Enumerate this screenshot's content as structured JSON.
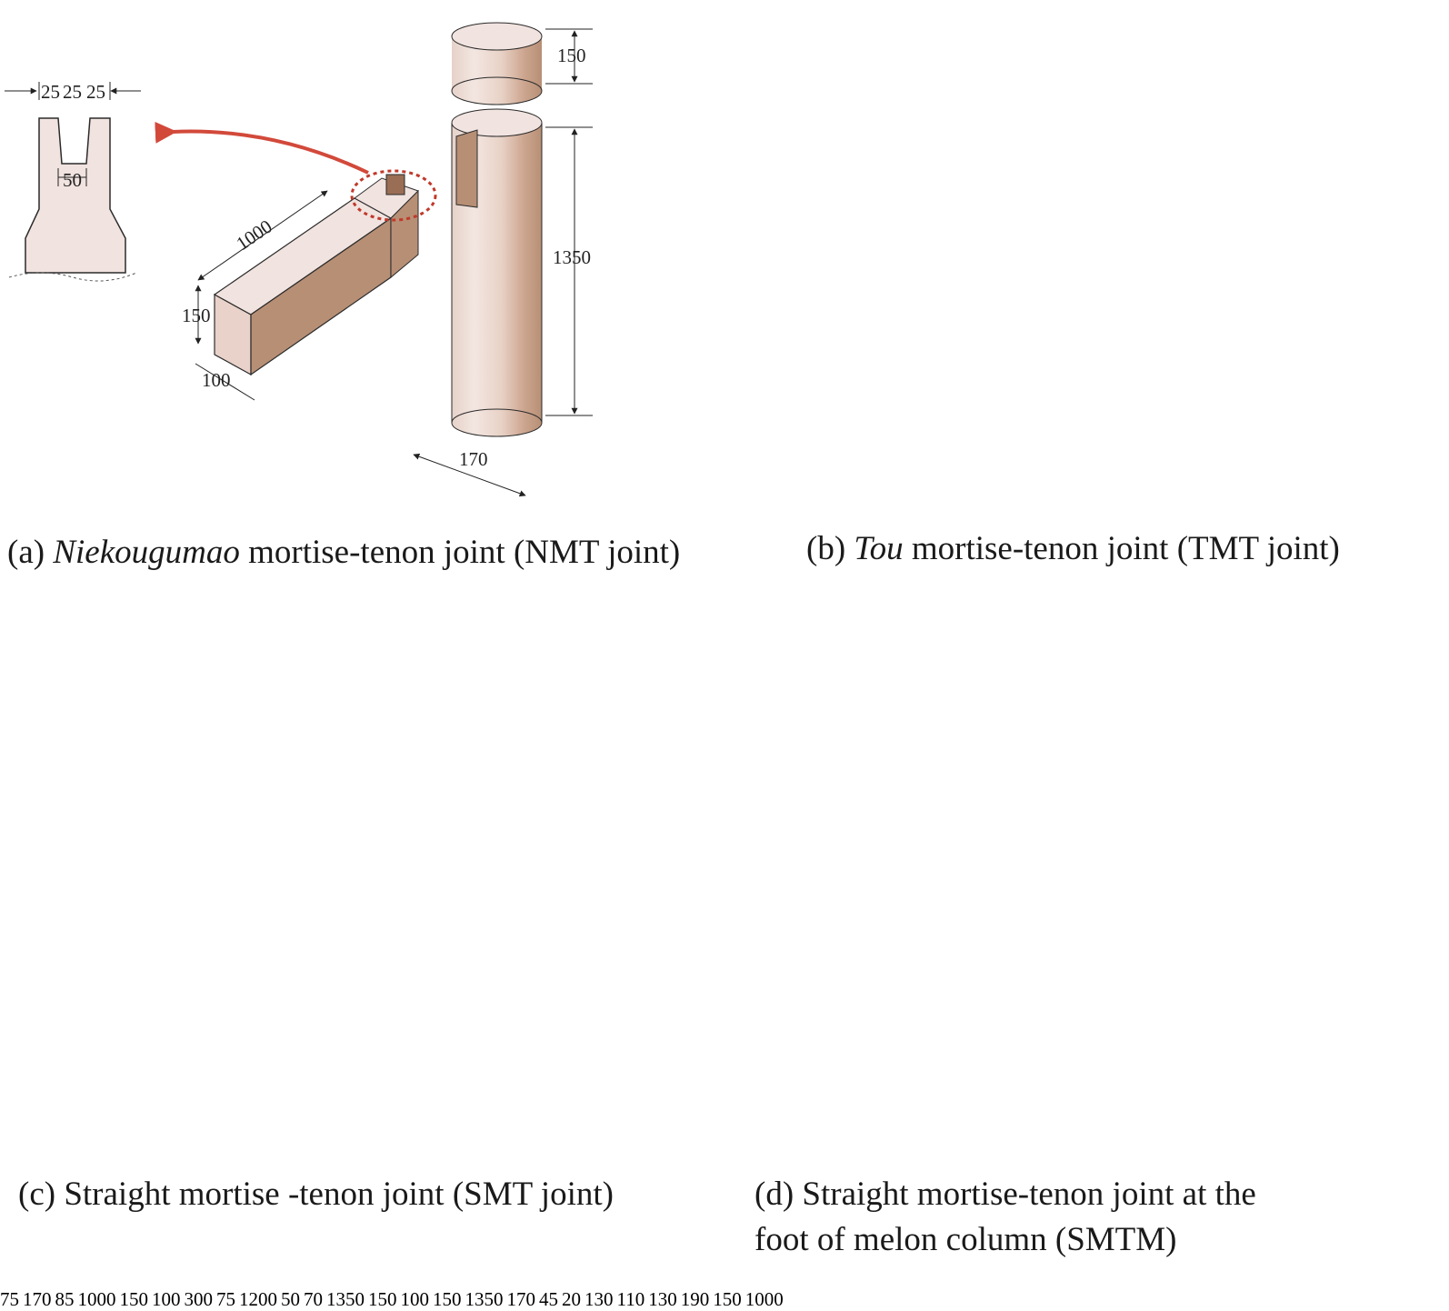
{
  "panels": {
    "a": {
      "caption_prefix": "(a) ",
      "caption_italic": "Niekougumao",
      "caption_rest": " mortise-tenon joint (NMT joint)",
      "dims": {
        "d25a": "25",
        "d25b": "25",
        "d25c": "25",
        "d50": "50",
        "beam_len": "1000",
        "beam_h": "150",
        "beam_w": "100",
        "col_top": "150",
        "col_h": "1350",
        "col_d": "170"
      }
    },
    "b": {
      "caption_prefix": "(b) ",
      "caption_italic": "Tou",
      "caption_rest": " mortise-tenon joint (TMT joint)",
      "dims": {
        "d75a": "75",
        "d170": "170",
        "d85": "85",
        "beam_len": "1000",
        "beam_h": "150",
        "beam_w": "100",
        "col_300": "300",
        "col_75": "75",
        "col_1200": "1200"
      }
    },
    "c": {
      "caption": "(c) Straight mortise -tenon joint (SMT joint)",
      "dims": {
        "d50": "50",
        "d70": "70",
        "beam_len": "1350",
        "beam_h": "150",
        "beam_w": "100",
        "col_top": "150",
        "col_h": "1350",
        "col_d": "170"
      }
    },
    "d": {
      "caption_line1": "(d) Straight mortise-tenon joint at the",
      "caption_line2": "foot of melon column (SMTM)",
      "dims": {
        "d45": "45",
        "d20": "20",
        "post_130a": "130",
        "post_110": "110",
        "post_130b": "130",
        "beam_190": "190",
        "beam_150": "150",
        "beam_1000": "1000"
      }
    }
  },
  "colors": {
    "wood_light": "#f1e3df",
    "wood_mid": "#d9b9a7",
    "wood_dark": "#b78f75",
    "arrow_red": "#d2493a",
    "outline": "#2b2b2b"
  }
}
